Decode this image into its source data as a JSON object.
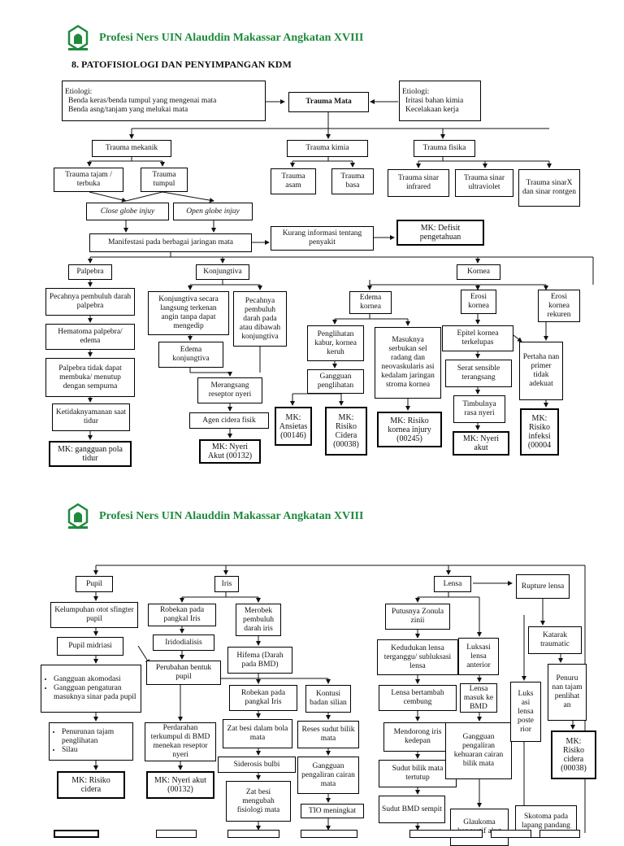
{
  "colors": {
    "header": "#1f8a3c",
    "line": "#111111"
  },
  "header": {
    "title": "Profesi Ners UIN Alauddin Makassar Angkatan XVIII",
    "logo_icon": "uin-alauddin-logo-icon"
  },
  "section_title": "8.   PATOFISIOLOGI DAN PENYIMPANGAN KDM",
  "p1": {
    "etiologi_left": {
      "title": "Etiologi:",
      "items": [
        "Benda keras/benda tumpul yang mengenai mata",
        "Benda asng/tanjam yang melukai mata"
      ]
    },
    "trauma_mata": "Trauma Mata",
    "etiologi_right": {
      "title": "Etiologi:",
      "items": [
        "Iritasi bahan kimia",
        "Kecelakaan kerja"
      ]
    },
    "trauma_mekanik": "Trauma mekanik",
    "trauma_kimia": "Trauma kimia",
    "trauma_fisika": "Trauma fisika",
    "trauma_tajam": "Trauma tajam / terbuka",
    "trauma_tumpul": "Trauma tumpul",
    "trauma_asam": "Trauma asam",
    "trauma_basa": "Trauma basa",
    "sinar_infrared": "Trauma sinar infrared",
    "sinar_ultraviolet": "Trauma sinar ultraviolet",
    "sinar_x": "Trauma sinarX dan sinar rontgen",
    "close_globe": "Close globe injuy",
    "open_globe": "Open globe injuy",
    "manifestasi": "Manifestasi pada berbagai jaringan mata",
    "kurang_info": "Kurang informasi tentang penyakit",
    "mk_defisit": "MK: Defisit pengetahuan",
    "palpebra": "Palpebra",
    "konjungtiva": "Konjungtiva",
    "kornea": "Kornea",
    "pecah_palpebra": "Pecahnya pembuluh darah palpebra",
    "hematoma": "Hematoma palpebra/ edema",
    "palpebra_tidak": "Palpebra tidak dapat membuka/ menutup dengan sempurna",
    "ketidaknyamanan": "Ketidaknyamanan saat tidur",
    "mk_pola_tidur": "MK: gangguan pola tidur",
    "konj_terkenan": "Konjungtiva secara langsung terkenan angin tanpa dapat mengedip",
    "pecah_konj": "Pecahnya pembuluh darah pada atau dibawah konjungtiva",
    "edema_konj": "Edema konjungtiva",
    "merangsang": "Merangsang reseptor nyeri",
    "agen_cidera": "Agen cidera fisik",
    "mk_nyeri1": "MK: Nyeri Akut (00132)",
    "edema_kornea": "Edema kornea",
    "penglihatan_kabur": "Penglihatan kabur, kornea keruh",
    "masuknya": "Masuknya serbukan sel radang dan neovaskularis asi kedalam jaringan stroma kornea",
    "gangguan_penglihatan": "Gangguan penglihatan",
    "mk_ansietas": "MK: Ansietas (00146)",
    "mk_risiko_cidera1": "MK: Risiko Cidera (00038)",
    "mk_risiko_kornea": "MK: Risiko kornea injury (00245)",
    "erosi_kornea": "Erosi kornea",
    "erosi_rekuren": "Erosi kornea rekuren",
    "epitel": "Epitel kornea terkelupas",
    "serat": "Serat sensible terangsang",
    "timbulnya": "Timbulnya rasa nyeri",
    "mk_nyeri2": "MK: Nyeri akut",
    "pertahanan": "Pertaha nan primer tidak adekuat",
    "mk_infeksi": "MK: Risiko infeksi (00004"
  },
  "p2": {
    "pupil": "Pupil",
    "iris": "Iris",
    "lensa": "Lensa",
    "rupture": "Rupture lensa",
    "kelumpuhan": "Kelumpuhan otot sfingter pupil",
    "midriasi": "Pupil midriasi",
    "gangguan_akomodasi": [
      "Gangguan akomodasi",
      "Gangguan pengaturan masuknya sinar pada pupil"
    ],
    "penurunan": [
      "Penurunan tajam penglihatan",
      "Silau"
    ],
    "mk_risiko_cidera2": "MK: Risiko cidera",
    "robekan1": "Robekan pada pangkal Iris",
    "iridodialisis": "Iridodialisis",
    "perubahan": "Perubahan bentuk pupil",
    "merobek": "Merobek pembuluh darah iris",
    "hifema": "Hifema (Darah pada BMD)",
    "robekan2": "Robekan pada pangkal Iris",
    "kontusi": "Kontusi badan silian",
    "perdarahan": "Perdarahan terkumpul di BMD menekan reseptor nyeri",
    "zat_besi": "Zat besi dalam bola mata",
    "siderosis": "Siderosis bulbi",
    "zat_besi2": "Zat besi mengubah fisiologi mata",
    "mk_nyeri3": "MK: Nyeri akut (00132)",
    "reses": "Reses sudut bilik mata",
    "gangguan_pengaliran": "Gangguan pengaliran cairan mata",
    "tio": "TIO meningkat",
    "putusnya": "Putusnya Zonula zinii",
    "kedudukan": "Kedudukan lensa terganggu/ subluksasi lensa",
    "lensa_cembung": "Lensa bertambah cembung",
    "mendorong": "Mendorong iris kedepan",
    "sudut_bilik": "Sudut bilik mata tertutup",
    "sudut_bmd": "Sudut BMD sempit",
    "luksasi_anterior": "Luksasi lensa anterior",
    "lensa_masuk": "Lensa masuk ke BMD",
    "gangguan_kehuaran": "Gangguan pengaliran kehuaran cairan bilik mata",
    "glaukoma": "Glaukoma kongestif akut",
    "luksasi_posterior": "Luks asi lensa poste rior",
    "katarak": "Katarak traumatic",
    "penurunan2": "Penuru nan tajam penlihat an",
    "mk_risiko_cidera3": "MK: Risiko cidera (00038)",
    "skotoma": "Skotoma pada lapang pandang"
  }
}
